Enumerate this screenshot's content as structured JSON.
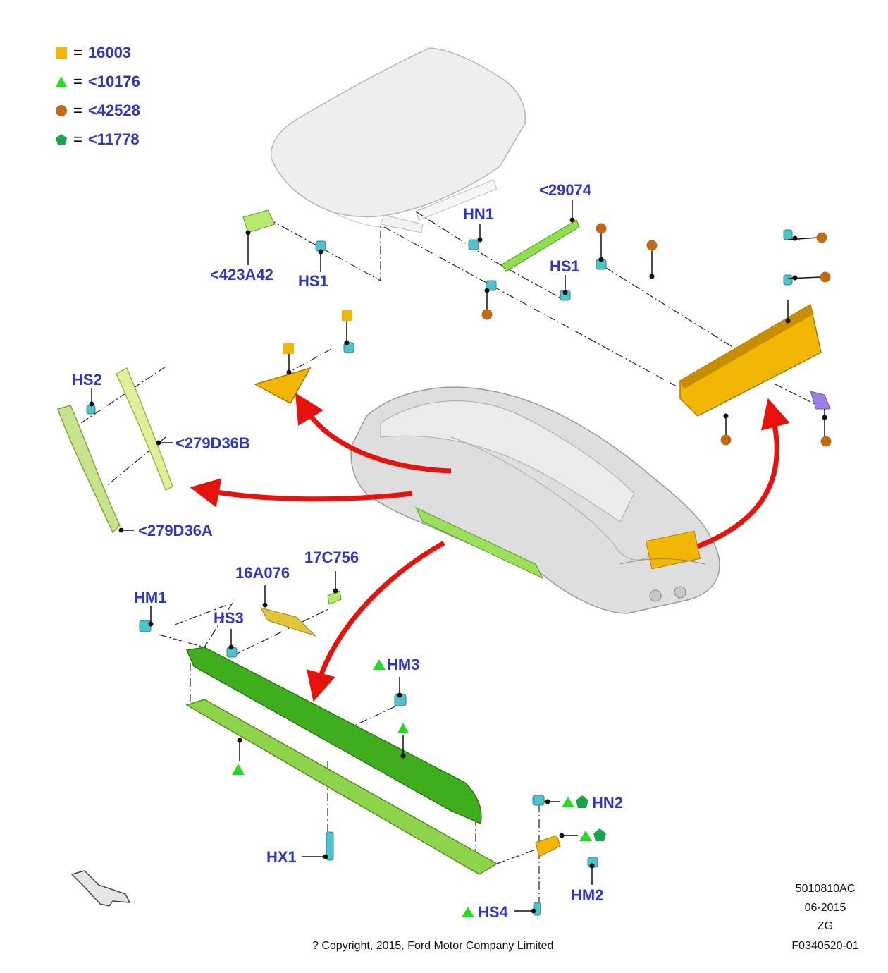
{
  "legend": [
    {
      "symbol": "square",
      "color": "#f2b705",
      "label": "16003"
    },
    {
      "symbol": "triangle",
      "color": "#22dd22",
      "label": "<10176"
    },
    {
      "symbol": "circle",
      "color": "#c06a14",
      "label": "<42528"
    },
    {
      "symbol": "pentagon",
      "color": "#1aa34a",
      "label": "<11778"
    }
  ],
  "legend_equals": "=",
  "labels": {
    "p423A42": "<423A42",
    "hs1_left": "HS1",
    "hn1": "HN1",
    "p29074": "<29074",
    "hs1_right": "HS1",
    "hs2": "HS2",
    "p279D36B": "<279D36B",
    "p279D36A": "<279D36A",
    "p17C756": "17C756",
    "p16A076": "16A076",
    "hm1": "HM1",
    "hs3": "HS3",
    "hm3": "HM3",
    "hn2": "HN2",
    "hx1": "HX1",
    "hm2": "HM2",
    "hs4": "HS4"
  },
  "footer": {
    "code": "5010810AC",
    "date": "06-2015",
    "author": "ZG",
    "figure": "F0340520-01",
    "copyright": "? Copyright, 2015, Ford Motor Company Limited"
  },
  "colors": {
    "label_blue": "#2b35c9",
    "arrow_red": "#e8120c",
    "part_yellow": "#f2b705",
    "part_green": "#7ed321",
    "part_dark_green": "#3fae1c",
    "fastener_cyan": "#4fc3c9",
    "marker_brown": "#c06a14",
    "marker_green_triangle": "#22dd22",
    "marker_green_pentagon": "#1aa34a",
    "body_grey": "#d9d9d9",
    "part_purple": "#9b7fe6"
  },
  "icons": [
    "square-marker-icon",
    "triangle-marker-icon",
    "circle-marker-icon",
    "pentagon-marker-icon",
    "view-direction-arrow-icon"
  ]
}
